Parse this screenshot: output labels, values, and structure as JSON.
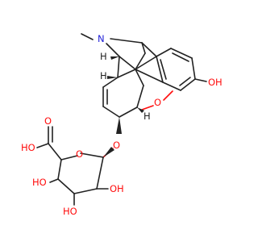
{
  "diagram": {
    "type": "chemical-structure",
    "atom_labels": {
      "n_methyl": "N",
      "methyl_c": "",
      "h_top": "H",
      "h_mid": "H",
      "h_right": "H",
      "phenol_oh": "OH",
      "furan_o": "O",
      "glyc_o": "O",
      "ring_o": "O",
      "acid_ho": "HO",
      "acid_eq_o": "O",
      "oh_left": "HO",
      "oh_bottom": "HO",
      "oh_right": "OH"
    }
  }
}
